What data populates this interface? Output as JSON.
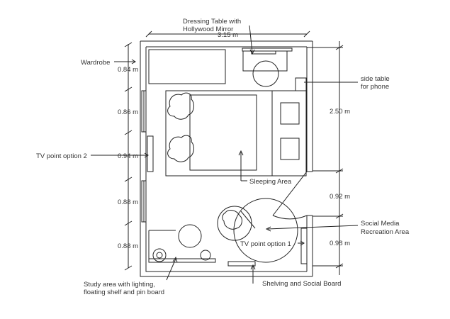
{
  "labels": {
    "dressing_line1": "Dressing Table with",
    "dressing_line2": "Hollywood Mirror",
    "wardrobe": "Wardrobe",
    "side_table_line1": "side table",
    "side_table_line2": "for phone",
    "tv_option_2": "TV point option 2",
    "sleeping_area": "Sleeping Area",
    "social_line1": "Social Media",
    "social_line2": "Recreation Area",
    "tv_option_1": "TV point option 1",
    "study_line1": "Study area with lighting,",
    "study_line2": "floating shelf and pin board",
    "shelving": "Shelving and Social Board"
  },
  "dimensions": {
    "width_top": "3.15 m",
    "left": [
      "0.84 m",
      "0.86 m",
      "0.94 m",
      "0.88 m",
      "0.88 m"
    ],
    "right": [
      "2.50 m",
      "0.92 m",
      "0.98 m"
    ]
  },
  "colors": {
    "line": "#222222",
    "text": "#333333"
  }
}
